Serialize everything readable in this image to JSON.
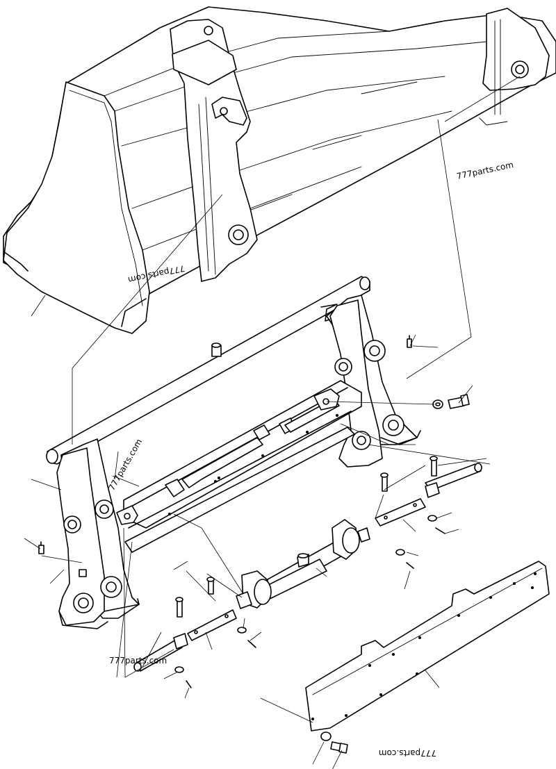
{
  "watermarks": [
    {
      "text": "777parts.com"
    },
    {
      "text": "777parts.com"
    },
    {
      "text": "777parts.com"
    },
    {
      "text": "777parts.com"
    },
    {
      "text": "777parts.com"
    }
  ],
  "colors": {
    "ink": "#000000",
    "paper": "#ffffff"
  }
}
